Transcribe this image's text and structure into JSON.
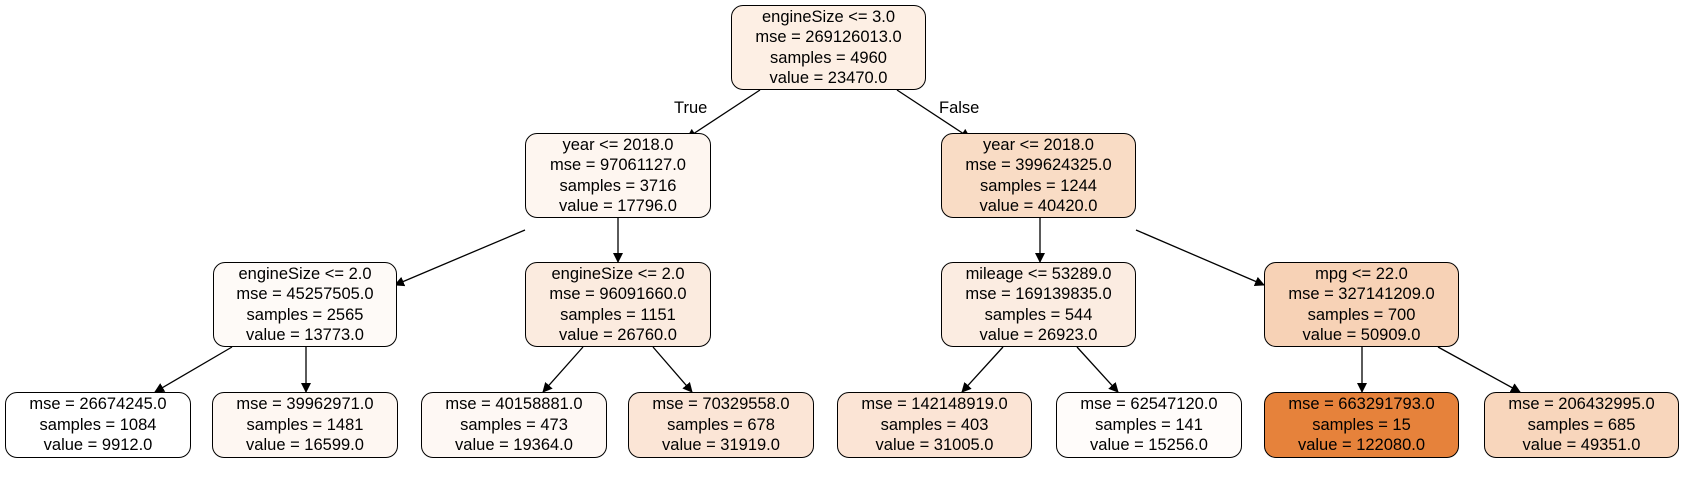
{
  "colors": {
    "n0": "#fdefe4",
    "n1": "#fef6f0",
    "n2": "#f9dcc5",
    "n3": "#fefaf7",
    "n4": "#fbebdf",
    "n5": "#fbece1",
    "n6": "#f7d2b6",
    "n7": "#ffffff",
    "n8": "#fef7f2",
    "n9": "#fef8f4",
    "n10": "#fbe5d6",
    "n11": "#fbe4d5",
    "n12": "#fffcfa",
    "n13": "#e6823b",
    "n14": "#f8d6bc"
  },
  "edge_labels": {
    "true": "True",
    "false": "False"
  },
  "nodes": {
    "n0": {
      "split": "engineSize <= 3.0",
      "mse": "mse = 269126013.0",
      "samples": "samples = 4960",
      "value": "value = 23470.0"
    },
    "n1": {
      "split": "year <= 2018.0",
      "mse": "mse = 97061127.0",
      "samples": "samples = 3716",
      "value": "value = 17796.0"
    },
    "n2": {
      "split": "year <= 2018.0",
      "mse": "mse = 399624325.0",
      "samples": "samples = 1244",
      "value": "value = 40420.0"
    },
    "n3": {
      "split": "engineSize <= 2.0",
      "mse": "mse = 45257505.0",
      "samples": "samples = 2565",
      "value": "value = 13773.0"
    },
    "n4": {
      "split": "engineSize <= 2.0",
      "mse": "mse = 96091660.0",
      "samples": "samples = 1151",
      "value": "value = 26760.0"
    },
    "n5": {
      "split": "mileage <= 53289.0",
      "mse": "mse = 169139835.0",
      "samples": "samples = 544",
      "value": "value = 26923.0"
    },
    "n6": {
      "split": "mpg <= 22.0",
      "mse": "mse = 327141209.0",
      "samples": "samples = 700",
      "value": "value = 50909.0"
    },
    "n7": {
      "mse": "mse = 26674245.0",
      "samples": "samples = 1084",
      "value": "value = 9912.0"
    },
    "n8": {
      "mse": "mse = 39962971.0",
      "samples": "samples = 1481",
      "value": "value = 16599.0"
    },
    "n9": {
      "mse": "mse = 40158881.0",
      "samples": "samples = 473",
      "value": "value = 19364.0"
    },
    "n10": {
      "mse": "mse = 70329558.0",
      "samples": "samples = 678",
      "value": "value = 31919.0"
    },
    "n11": {
      "mse": "mse = 142148919.0",
      "samples": "samples = 403",
      "value": "value = 31005.0"
    },
    "n12": {
      "mse": "mse = 62547120.0",
      "samples": "samples = 141",
      "value": "value = 15256.0"
    },
    "n13": {
      "mse": "mse = 663291793.0",
      "samples": "samples = 15",
      "value": "value = 122080.0"
    },
    "n14": {
      "mse": "mse = 206432995.0",
      "samples": "samples = 685",
      "value": "value = 49351.0"
    }
  }
}
